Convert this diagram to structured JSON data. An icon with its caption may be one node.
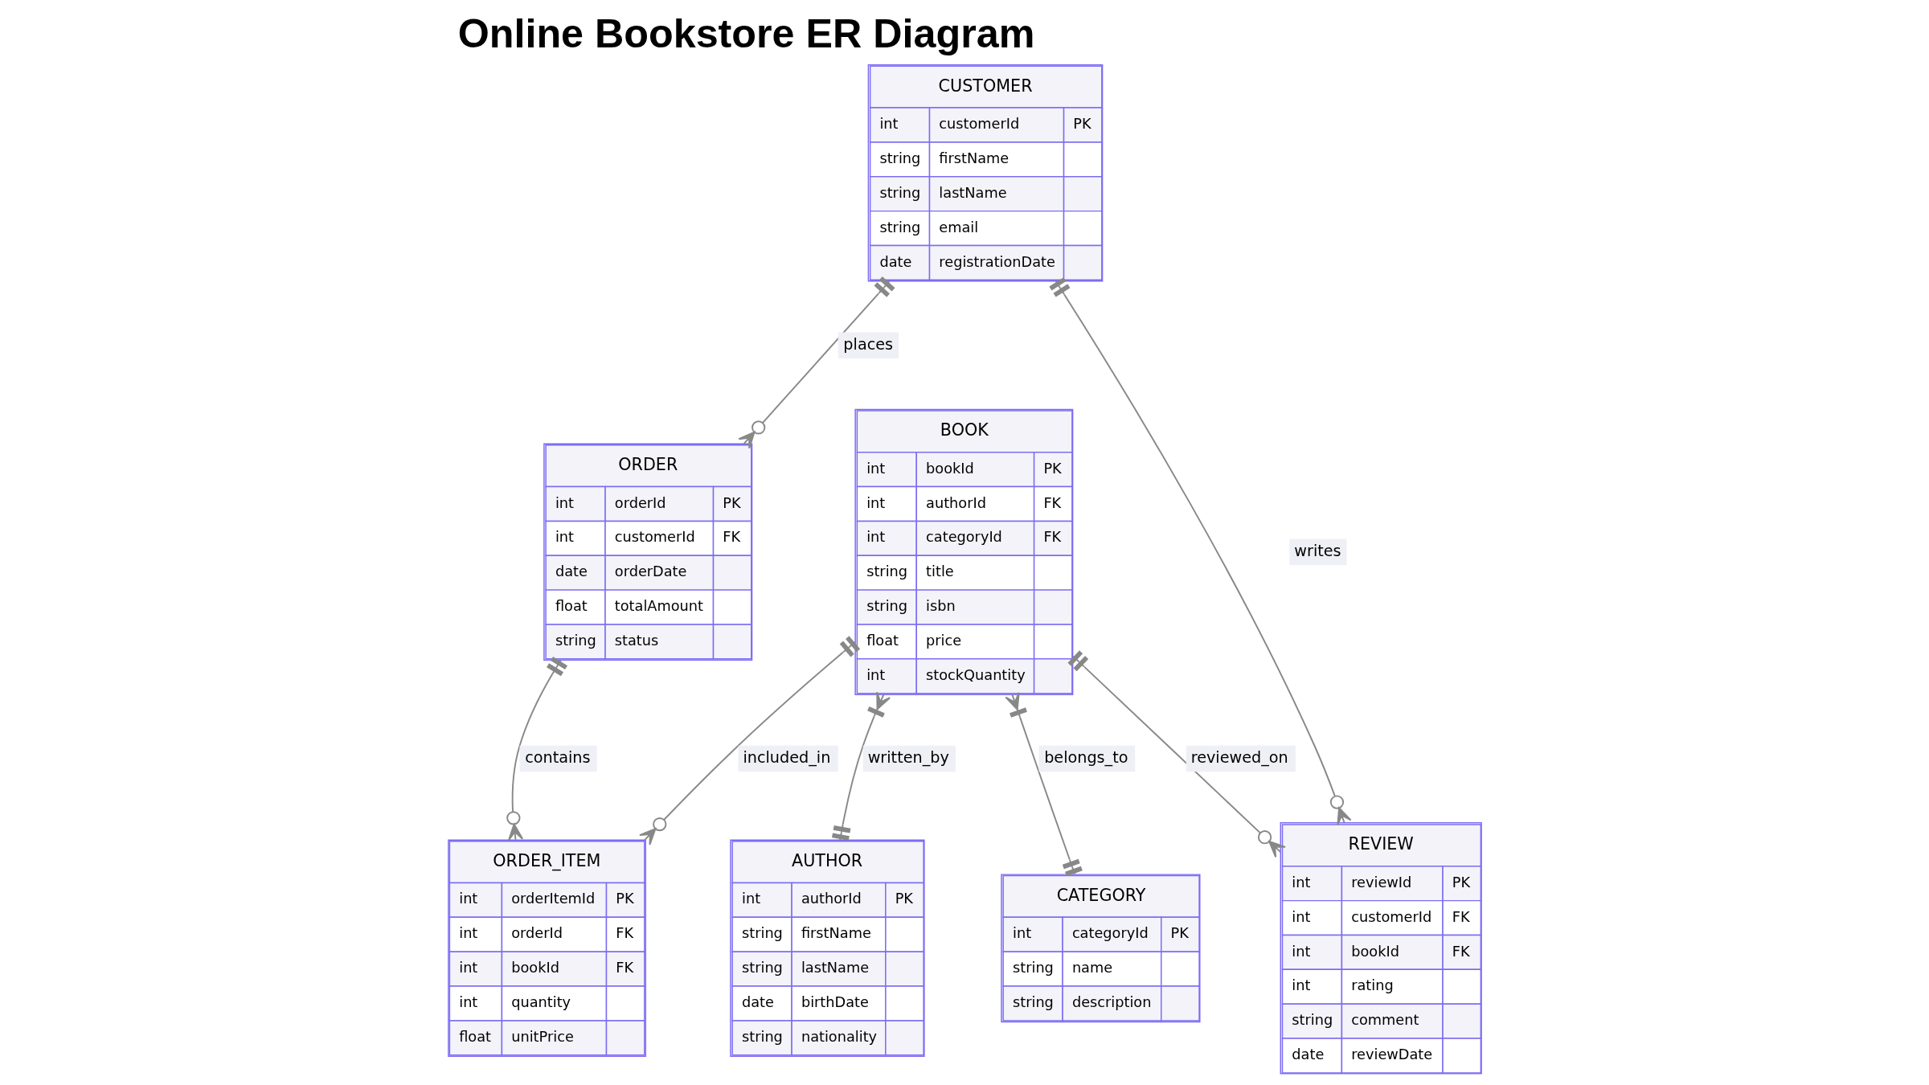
{
  "diagram": {
    "title": "Online Bookstore ER Diagram",
    "nodes": [
      {
        "text": [
          "CUSTOMER",
          "int",
          "customerId",
          "PK",
          "string",
          "firstName",
          "string",
          "lastName",
          "string",
          "email",
          "date",
          "registrationDate"
        ]
      },
      {
        "text": [
          "ORDER",
          "int",
          "orderId",
          "PK",
          "int",
          "customerId",
          "FK",
          "date",
          "orderDate",
          "float",
          "totalAmount",
          "string",
          "status"
        ]
      },
      {
        "text": [
          "BOOK",
          "int",
          "bookId",
          "PK",
          "int",
          "authorId",
          "FK",
          "int",
          "categoryId",
          "FK",
          "string",
          "title",
          "string",
          "isbn",
          "float",
          "price",
          "int",
          "stockQuantity"
        ]
      },
      {
        "text": [
          "ORDER_ITEM",
          "int",
          "orderItemId",
          "PK",
          "int",
          "orderId",
          "FK",
          "int",
          "bookId",
          "FK",
          "int",
          "quantity",
          "float",
          "unitPrice"
        ]
      },
      {
        "text": [
          "AUTHOR",
          "int",
          "authorId",
          "PK",
          "string",
          "firstName",
          "string",
          "lastName",
          "date",
          "birthDate",
          "string",
          "nationality"
        ]
      },
      {
        "text": [
          "CATEGORY",
          "int",
          "categoryId",
          "PK",
          "string",
          "name",
          "string",
          "description"
        ]
      },
      {
        "text": [
          "REVIEW",
          "int",
          "reviewId",
          "PK",
          "int",
          "customerId",
          "FK",
          "int",
          "bookId",
          "FK",
          "int",
          "rating",
          "string",
          "comment",
          "date",
          "reviewDate"
        ]
      }
    ],
    "edges": [
      {
        "from": 0,
        "to": 1,
        "arrow": "other",
        "label": "places"
      },
      {
        "from": 0,
        "to": 6,
        "arrow": "other",
        "label": "writes"
      },
      {
        "from": 1,
        "to": 3,
        "arrow": "other",
        "label": "contains"
      },
      {
        "from": 2,
        "to": 3,
        "arrow": "other",
        "label": "included_in"
      },
      {
        "from": 2,
        "to": 4,
        "arrow": "other",
        "label": "written_by"
      },
      {
        "from": 2,
        "to": 5,
        "arrow": "other",
        "label": "belongs_to"
      },
      {
        "from": 2,
        "to": 6,
        "arrow": "other",
        "label": "reviewed_on"
      }
    ]
  }
}
